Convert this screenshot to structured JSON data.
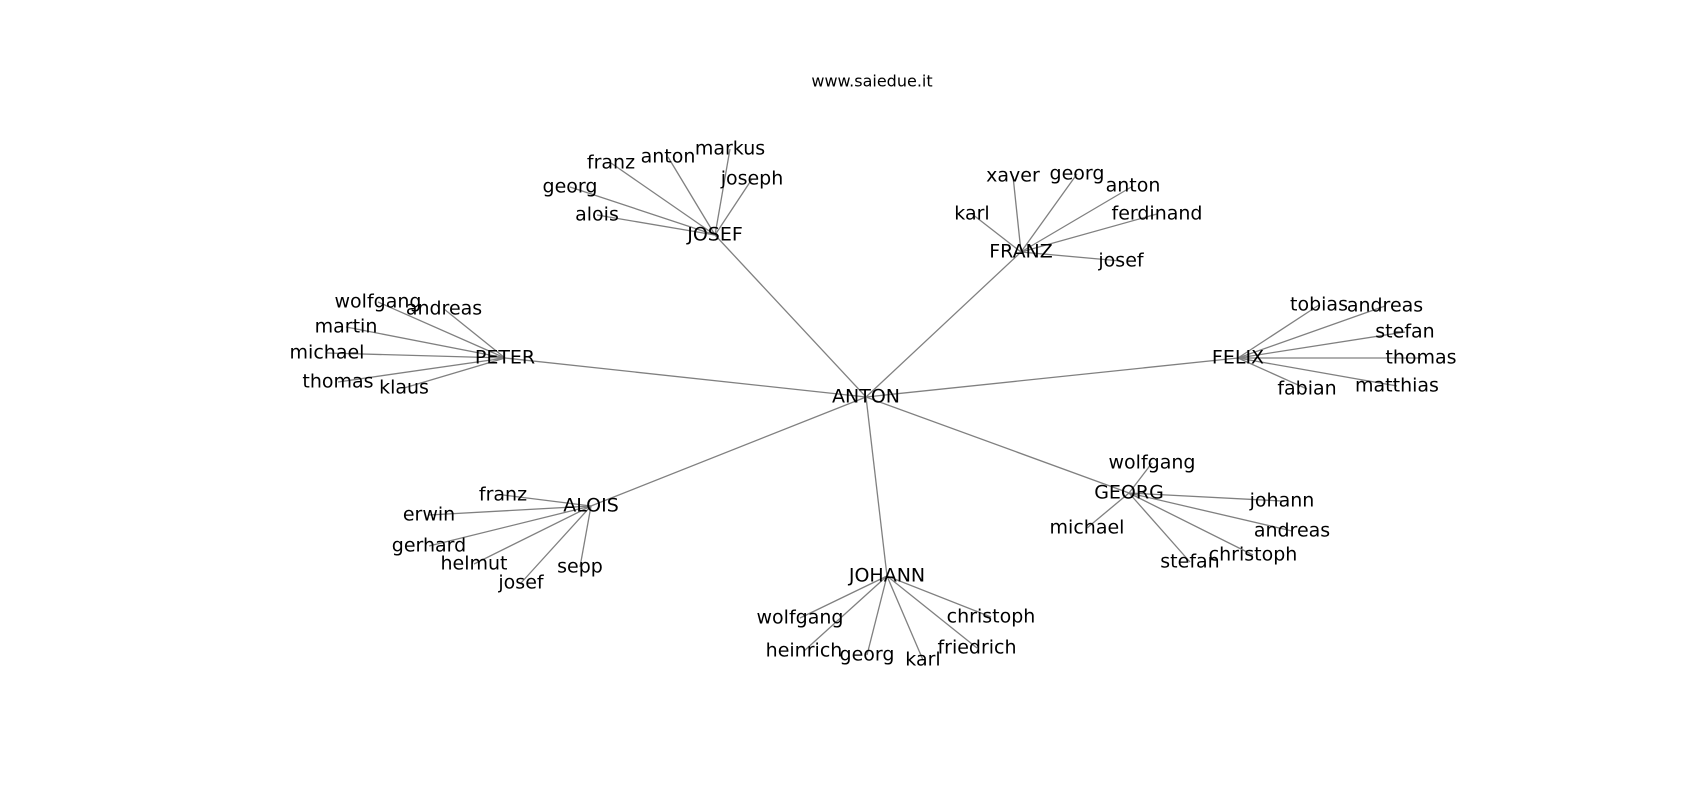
{
  "header": {
    "site_text": "www.saiedue.it"
  },
  "diagram": {
    "root": "ANTON",
    "groups": [
      {
        "hub": "JOSEF",
        "leaves": [
          "franz",
          "anton",
          "markus",
          "joseph",
          "georg",
          "alois"
        ]
      },
      {
        "hub": "FRANZ",
        "leaves": [
          "xaver",
          "georg",
          "anton",
          "ferdinand",
          "karl",
          "josef"
        ]
      },
      {
        "hub": "PETER",
        "leaves": [
          "wolfgang",
          "andreas",
          "martin",
          "michael",
          "thomas",
          "klaus"
        ]
      },
      {
        "hub": "FELIX",
        "leaves": [
          "tobias",
          "andreas",
          "stefan",
          "thomas",
          "fabian",
          "matthias"
        ]
      },
      {
        "hub": "ALOIS",
        "leaves": [
          "franz",
          "erwin",
          "gerhard",
          "helmut",
          "josef",
          "sepp"
        ]
      },
      {
        "hub": "GEORG",
        "leaves": [
          "wolfgang",
          "johann",
          "michael",
          "andreas",
          "stefan",
          "christoph"
        ]
      },
      {
        "hub": "JOHANN",
        "leaves": [
          "wolfgang",
          "christoph",
          "heinrich",
          "georg",
          "karl",
          "friedrich"
        ]
      }
    ]
  }
}
